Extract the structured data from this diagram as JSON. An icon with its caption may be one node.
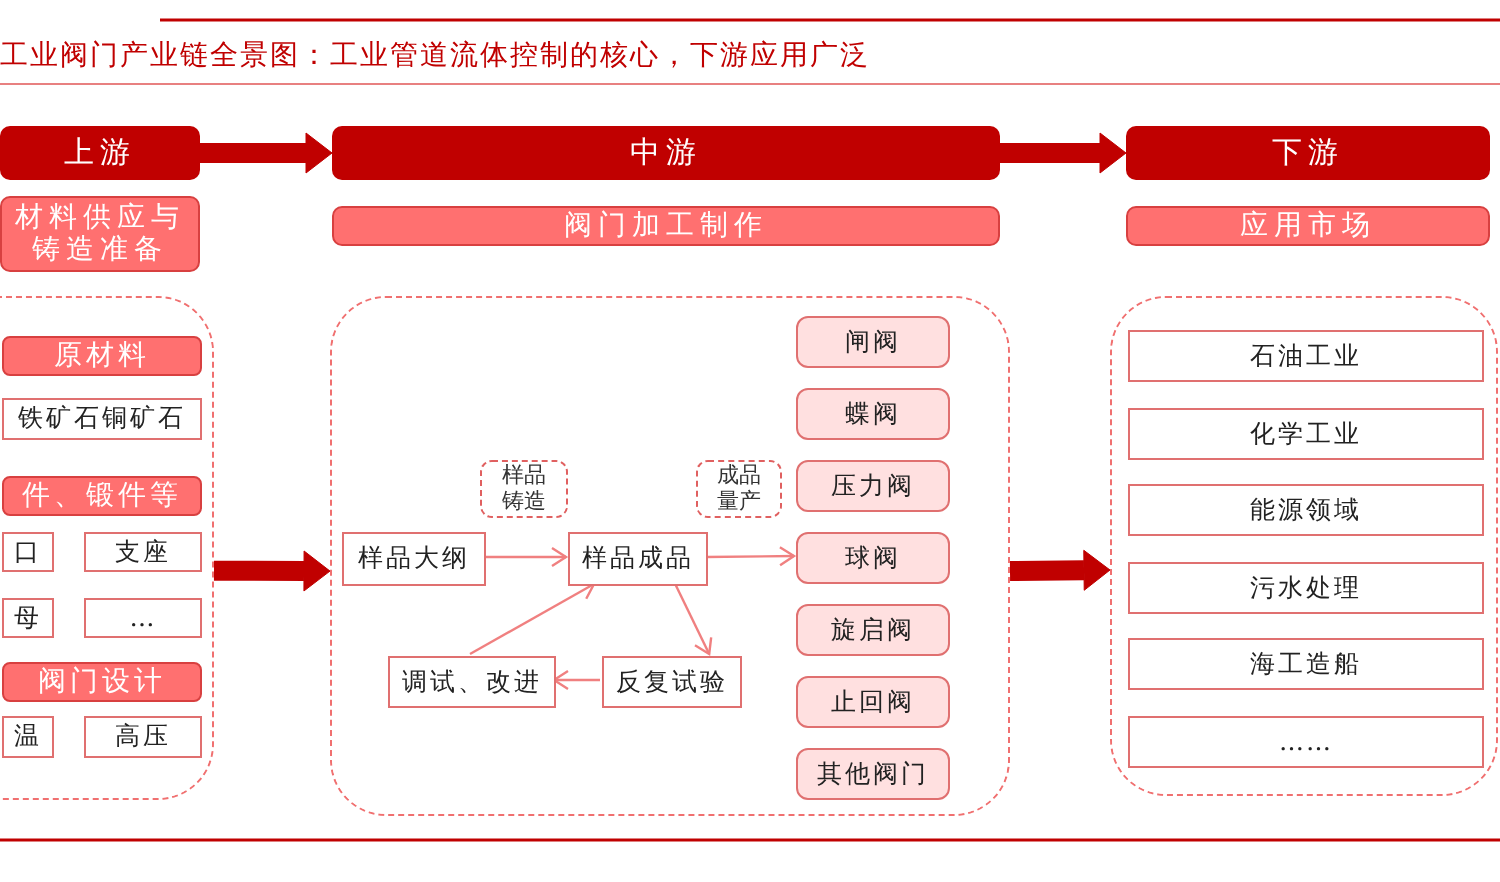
{
  "diagram": {
    "title": "工业阀门产业链全景图：工业管道流体控制的核心，下游应用广泛",
    "nodes": [
      {
        "text": [
          "上游"
        ]
      },
      {
        "text": [
          "材料供应与铸造准备"
        ]
      },
      {
        "text": [
          "中游"
        ]
      },
      {
        "text": [
          "阀门加工制作"
        ]
      },
      {
        "text": [
          "下游"
        ]
      },
      {
        "text": [
          "应用市场"
        ]
      },
      {
        "text": [],
        "shape": "box"
      },
      {
        "text": [
          "原材料"
        ],
        "in": 6
      },
      {
        "text": [
          "铁矿石铜矿石"
        ],
        "in": 6
      },
      {
        "text": [
          "件、锻件等"
        ],
        "in": 6
      },
      {
        "text": [
          "口"
        ],
        "in": 6
      },
      {
        "text": [
          "支座"
        ],
        "in": 6
      },
      {
        "text": [
          "母"
        ],
        "in": 6
      },
      {
        "text": [
          "…"
        ],
        "in": 6
      },
      {
        "text": [
          "阀门设计"
        ],
        "in": 6
      },
      {
        "text": [
          "温"
        ],
        "in": 6
      },
      {
        "text": [
          "高压"
        ],
        "in": 6
      },
      {
        "text": [],
        "shape": "box"
      },
      {
        "text": [
          "样品铸造"
        ],
        "in": 17
      },
      {
        "text": [
          "成品量产"
        ],
        "in": 17
      },
      {
        "text": [
          "样品大纲"
        ],
        "in": 17
      },
      {
        "text": [
          "样品成品"
        ],
        "in": 17
      },
      {
        "text": [
          "调试、改进"
        ],
        "in": 17
      },
      {
        "text": [
          "反复试验"
        ],
        "in": 17
      },
      {
        "text": [
          "闸阀"
        ],
        "in": 17
      },
      {
        "text": [
          "蝶阀"
        ],
        "in": 17
      },
      {
        "text": [
          "压力阀"
        ],
        "in": 17
      },
      {
        "text": [
          "球阀"
        ],
        "in": 17
      },
      {
        "text": [
          "旋启阀"
        ],
        "in": 17
      },
      {
        "text": [
          "止回阀"
        ],
        "in": 17
      },
      {
        "text": [
          "其他阀门"
        ],
        "in": 17
      },
      {
        "text": [],
        "shape": "box"
      },
      {
        "text": [
          "石油工业"
        ],
        "in": 31
      },
      {
        "text": [
          "化学工业"
        ],
        "in": 31
      },
      {
        "text": [
          "能源领域"
        ],
        "in": 31
      },
      {
        "text": [
          "污水处理"
        ],
        "in": 31
      },
      {
        "text": [
          "海工造船"
        ],
        "in": 31
      },
      {
        "text": [
          "……"
        ],
        "in": 31
      }
    ],
    "edges": [
      {
        "from": 0,
        "to": 2,
        "arrow": "to",
        "style": "thick",
        "color": "#c00000"
      },
      {
        "from": 2,
        "to": 4,
        "arrow": "to",
        "style": "thick",
        "color": "#c00000"
      },
      {
        "from": 6,
        "to": 17,
        "arrow": "to",
        "style": "thick",
        "color": "#c00000"
      },
      {
        "from": 17,
        "to": 31,
        "arrow": "to",
        "style": "thick",
        "color": "#c00000"
      },
      {
        "from": 20,
        "to": 21,
        "arrow": "to"
      },
      {
        "from": 21,
        "to": 27,
        "arrow": "to"
      },
      {
        "from": 21,
        "to": 23,
        "arrow": "to"
      },
      {
        "from": 23,
        "to": 22,
        "arrow": "to"
      },
      {
        "from": 22,
        "to": 21,
        "arrow": "to"
      }
    ]
  }
}
